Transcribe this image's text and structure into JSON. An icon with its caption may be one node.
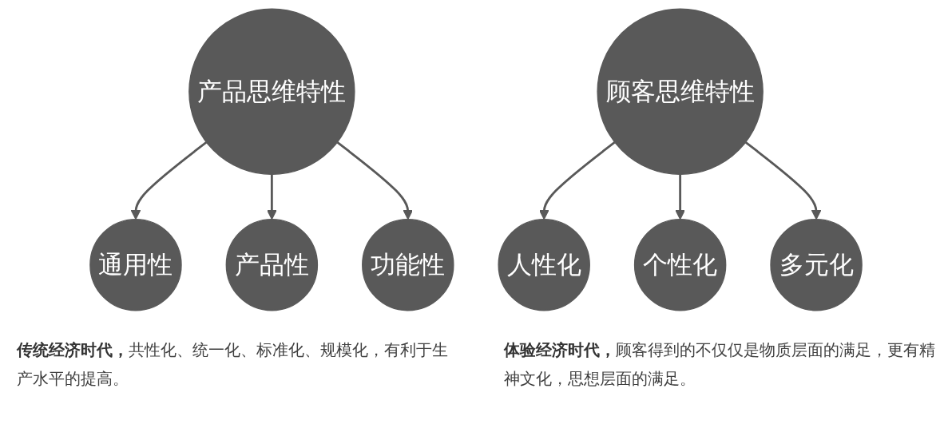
{
  "diagram": {
    "nodes": [
      {
        "text": [
          "通用性"
        ]
      },
      {
        "text": [
          "产品思维特性"
        ]
      },
      {
        "text": [
          "产品性"
        ]
      },
      {
        "text": [
          "功能性"
        ]
      },
      {
        "text": [
          "人性化"
        ]
      },
      {
        "text": [
          "顾客思维特性"
        ]
      },
      {
        "text": [
          "个性化"
        ]
      },
      {
        "text": [
          "多元化"
        ]
      }
    ],
    "edges": [
      {
        "from": 1,
        "to": 0,
        "arrow": "to"
      },
      {
        "from": 1,
        "to": 2,
        "arrow": "to"
      },
      {
        "from": 1,
        "to": 3,
        "arrow": "to"
      },
      {
        "from": 5,
        "to": 4,
        "arrow": "to"
      },
      {
        "from": 5,
        "to": 6,
        "arrow": "to"
      },
      {
        "from": 5,
        "to": 7,
        "arrow": "to"
      }
    ],
    "labels": [
      "**传统经济时代，**共性化、统一化、标准化、规模化，有利于生产水平的提高。",
      "**体验经济时代，**顾客得到的不仅仅是物质层面的满足，更有精神文化，思想层面的满足。"
    ]
  }
}
